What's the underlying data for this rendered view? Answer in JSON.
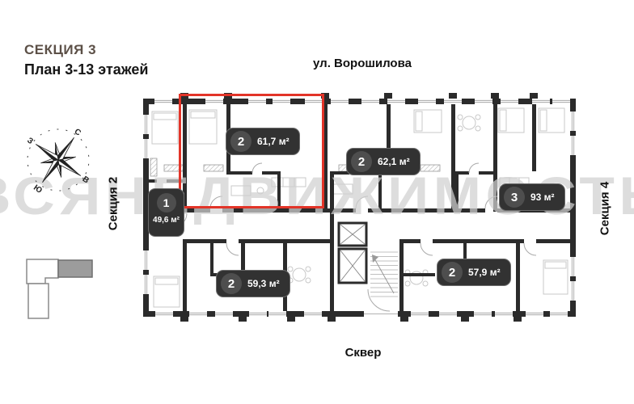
{
  "header": {
    "title": "СЕКЦИЯ 3",
    "subtitle": "План 3-13 этажей"
  },
  "surroundings": {
    "top": "ул. Ворошилова",
    "bottom": "Сквер",
    "left": "Секция 2",
    "right": "Секция 4"
  },
  "compass": {
    "north": "С",
    "east": "В",
    "south": "Ю",
    "west": "З"
  },
  "watermark": "ВСЯНЕДВИЖИМОСТЬ",
  "apartments": [
    {
      "rooms": "1",
      "area": "49,6 м²",
      "highlighted": false
    },
    {
      "rooms": "2",
      "area": "61,7 м²",
      "highlighted": true
    },
    {
      "rooms": "2",
      "area": "62,1 м²",
      "highlighted": false
    },
    {
      "rooms": "3",
      "area": "93 м²",
      "highlighted": false
    },
    {
      "rooms": "2",
      "area": "59,3 м²",
      "highlighted": false
    },
    {
      "rooms": "2",
      "area": "57,9 м²",
      "highlighted": false
    }
  ],
  "colors": {
    "section_title": "#5c5047",
    "highlight": "#e23428",
    "wall": "#2b2b2b",
    "badge_bg": "#323232",
    "badge_circle": "#4e4e4e",
    "minimap_current": "#9c9c9c"
  }
}
